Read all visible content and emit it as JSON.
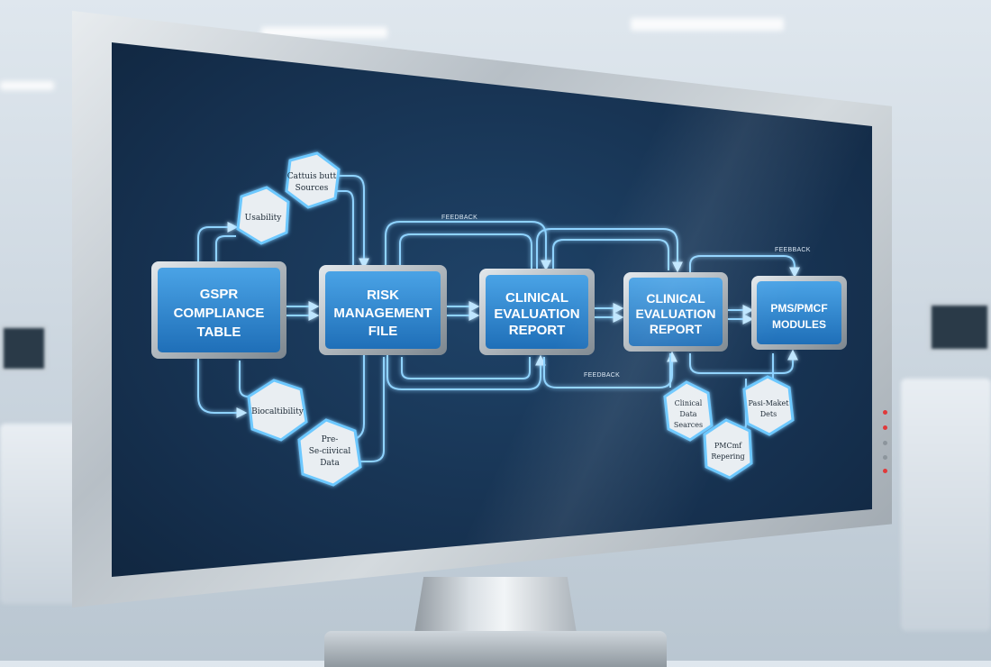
{
  "processes": [
    {
      "id": "gspr",
      "lines": [
        "GSPR",
        "COMPLIANCE",
        "TABLE"
      ]
    },
    {
      "id": "risk",
      "lines": [
        "RISK",
        "MANAGEMENT",
        "FILE"
      ]
    },
    {
      "id": "cer1",
      "lines": [
        "CLINICAL",
        "EVALUATION",
        "REPORT"
      ]
    },
    {
      "id": "cer2",
      "lines": [
        "CLINICAL",
        "EVALUATION",
        "REPORT"
      ]
    },
    {
      "id": "pms",
      "lines": [
        "PMS/PMCF",
        "MODULES"
      ]
    }
  ],
  "inputs": [
    {
      "id": "clinical-sources-top",
      "lines": [
        "Cattuis butt",
        "Sources"
      ]
    },
    {
      "id": "usability",
      "lines": [
        "Usability"
      ]
    },
    {
      "id": "biocompatibility",
      "lines": [
        "Biocaltibility"
      ]
    },
    {
      "id": "pre-clinical",
      "lines": [
        "Pre-",
        "Se-ciivical",
        "Data"
      ]
    },
    {
      "id": "clinical-data-sources",
      "lines": [
        "Clinical",
        "Data",
        "Searces"
      ]
    },
    {
      "id": "pmcf-reporting",
      "lines": [
        "PMCmf",
        "Repering"
      ]
    },
    {
      "id": "post-market",
      "lines": [
        "Pasi-Maket",
        "Dets"
      ]
    }
  ],
  "feedback_labels": [
    "FEEDBACK",
    "FEEDBACK",
    "FEEBBACK"
  ],
  "colors": {
    "box_fill_top": "#4aa3e6",
    "box_fill_bottom": "#1f6fb8",
    "connector": "#8fd3ff",
    "hex_fill": "#e9eef2",
    "hex_glow": "#6cc8ff",
    "screen": "#152f4d"
  },
  "icons": {
    "arrow": "arrowhead-icon",
    "led": "power-led-icon"
  }
}
